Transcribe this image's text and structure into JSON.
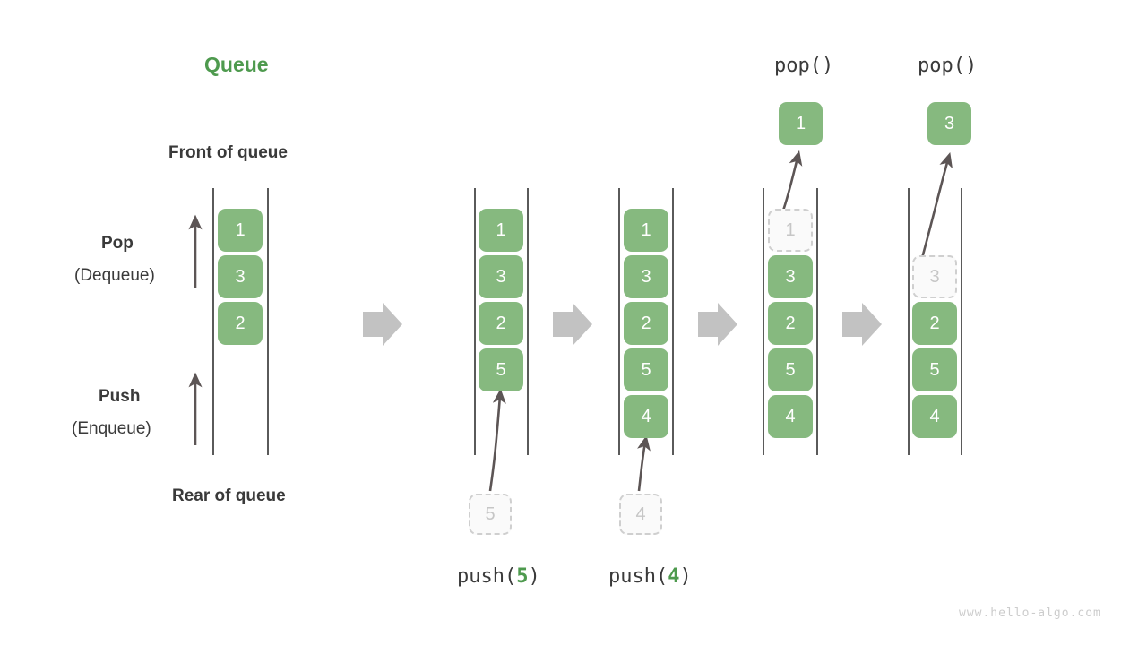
{
  "title": "Queue",
  "labels": {
    "front_of_queue": "Front of queue",
    "rear_of_queue": "Rear of queue",
    "pop": "Pop",
    "dequeue": "(Dequeue)",
    "push": "Push",
    "enqueue": "(Enqueue)"
  },
  "watermark": "www.hello-algo.com",
  "colors": {
    "accent_green": "#4e9a4e",
    "element_fill": "#86b97f",
    "element_text": "#ffffff",
    "ghost_fill": "#fafafa",
    "ghost_border": "#cfcfcf",
    "ghost_text": "#c6c6c6",
    "rail": "#5a5a5a",
    "arrow_gray": "#c2c2c2",
    "pointer_arrow": "#5c5555",
    "label_text": "#3a3a3a",
    "watermark_text": "#cccccc"
  },
  "stages": [
    {
      "id": "initial",
      "caption": "",
      "op_label": "",
      "elements": [
        {
          "value": "1",
          "state": "filled"
        },
        {
          "value": "3",
          "state": "filled"
        },
        {
          "value": "2",
          "state": "filled"
        }
      ],
      "incoming": null,
      "outgoing": null
    },
    {
      "id": "after-push-5",
      "caption": "push(5)",
      "caption_fn": "push",
      "caption_arg": "5",
      "op_label": "",
      "elements": [
        {
          "value": "1",
          "state": "filled"
        },
        {
          "value": "3",
          "state": "filled"
        },
        {
          "value": "2",
          "state": "filled"
        },
        {
          "value": "5",
          "state": "filled"
        }
      ],
      "incoming": {
        "value": "5",
        "state": "ghost"
      },
      "outgoing": null
    },
    {
      "id": "after-push-4",
      "caption": "push(4)",
      "caption_fn": "push",
      "caption_arg": "4",
      "op_label": "",
      "elements": [
        {
          "value": "1",
          "state": "filled"
        },
        {
          "value": "3",
          "state": "filled"
        },
        {
          "value": "2",
          "state": "filled"
        },
        {
          "value": "5",
          "state": "filled"
        },
        {
          "value": "4",
          "state": "filled"
        }
      ],
      "incoming": {
        "value": "4",
        "state": "ghost"
      },
      "outgoing": null
    },
    {
      "id": "after-pop-1",
      "caption": "",
      "op_label": "pop()",
      "elements": [
        {
          "value": "1",
          "state": "ghost"
        },
        {
          "value": "3",
          "state": "filled"
        },
        {
          "value": "2",
          "state": "filled"
        },
        {
          "value": "5",
          "state": "filled"
        },
        {
          "value": "4",
          "state": "filled"
        }
      ],
      "incoming": null,
      "outgoing": {
        "value": "1",
        "state": "filled"
      }
    },
    {
      "id": "after-pop-3",
      "caption": "",
      "op_label": "pop()",
      "elements": [
        {
          "value": "3",
          "state": "ghost"
        },
        {
          "value": "2",
          "state": "filled"
        },
        {
          "value": "5",
          "state": "filled"
        },
        {
          "value": "4",
          "state": "filled"
        }
      ],
      "incoming": null,
      "outgoing": {
        "value": "3",
        "state": "filled"
      }
    }
  ],
  "step_arrows": [
    {
      "from": "initial",
      "to": "after-push-5"
    },
    {
      "from": "after-push-5",
      "to": "after-push-4"
    },
    {
      "from": "after-push-4",
      "to": "after-pop-1"
    },
    {
      "from": "after-pop-1",
      "to": "after-pop-3"
    }
  ]
}
